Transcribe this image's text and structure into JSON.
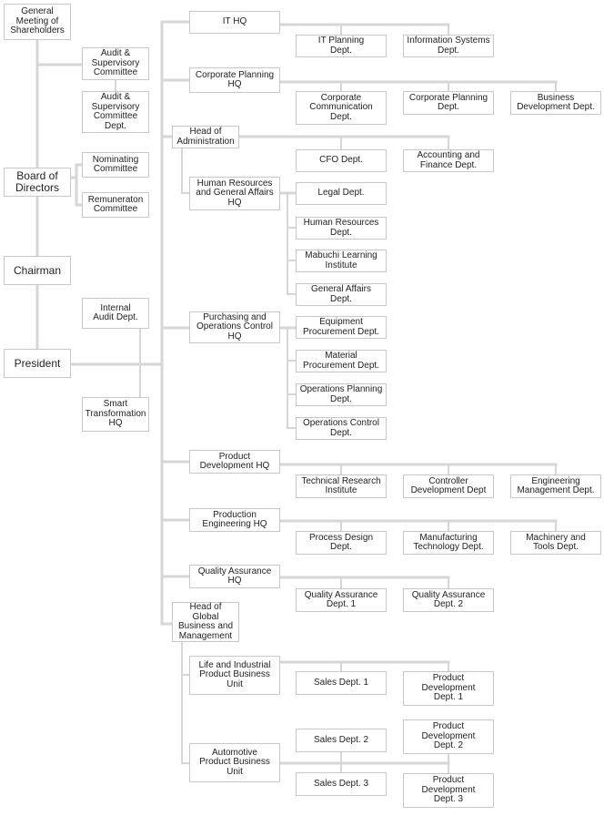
{
  "colors": {
    "line": "#d6d6d6",
    "border": "#c8c8c8",
    "background": "#ffffff",
    "text": "#222222"
  },
  "boxes": {
    "gms": "General\nMeeting of\nShareholders",
    "audit_committee": "Audit &\nSupervisory\nCommittee",
    "audit_committee_dept": "Audit &\nSupervisory\nCommittee\nDept.",
    "board": "Board of\nDirectors",
    "nominating": "Nominating\nCommittee",
    "remuneration": "Remuneraton\nCommittee",
    "chairman": "Chairman",
    "internal_audit": "Internal\nAudit Dept.",
    "president": "President",
    "smart": "Smart\nTransformation\nHQ",
    "it_hq": "IT HQ",
    "it_planning": "IT Planning\nDept.",
    "info_systems": "Information Systems\nDept.",
    "corp_planning_hq": "Corporate Planning\nHQ",
    "corp_comm": "Corporate\nCommunication\nDept.",
    "corp_planning_dept": "Corporate Planning\nDept.",
    "biz_dev": "Business\nDevelopment Dept.",
    "head_admin": "Head of\nAdministration",
    "cfo": "CFO Dept.",
    "accounting": "Accounting and\nFinance Dept.",
    "hr_ga_hq": "Human Resources\nand General Affairs\nHQ",
    "legal": "Legal Dept.",
    "hr_dept": "Human Resources\nDept.",
    "learning": "Mabuchi Learning\nInstitute",
    "general_affairs": "General Affairs\nDept.",
    "purchasing_hq": "Purchasing and\nOperations Control\nHQ",
    "equipment": "Equipment\nProcurement Dept.",
    "material": "Material\nProcurement Dept.",
    "ops_planning": "Operations Planning\nDept.",
    "ops_control": "Operations Control\nDept.",
    "prod_dev_hq": "Product\nDevelopment HQ",
    "tech_research": "Technical Research\nInstitute",
    "controller_dev": "Controller\nDevelopment Dept",
    "eng_mgmt": "Engineering\nManagement Dept.",
    "prod_eng_hq": "Production\nEngineering HQ",
    "process_design": "Process Design\nDept.",
    "mfg_tech": "Manufacturing\nTechnology Dept.",
    "machinery": "Machinery and\nTools Dept.",
    "qa_hq": "Quality Assurance\nHQ",
    "qa1": "Quality Assurance\nDept. 1",
    "qa2": "Quality Assurance\nDept. 2",
    "global_biz": "Head of\nGlobal\nBusiness and\nManagement",
    "life_ind": "Life and Industrial\nProduct Business\nUnit",
    "sales1": "Sales Dept. 1",
    "pdev1": "Product\nDevelopment\nDept. 1",
    "auto": "Automotive\nProduct Business\nUnit",
    "sales2": "Sales Dept. 2",
    "pdev2": "Product\nDevelopment\nDept. 2",
    "sales3": "Sales Dept. 3",
    "pdev3": "Product\nDevelopment\nDept. 3"
  }
}
